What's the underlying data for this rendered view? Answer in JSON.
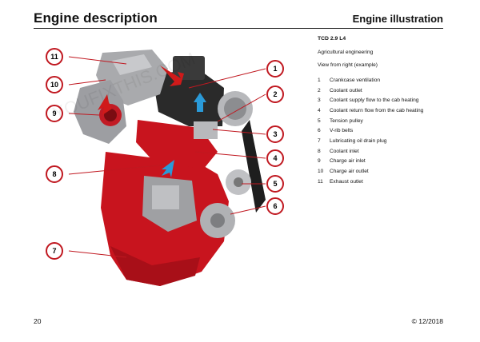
{
  "header": {
    "title": "Engine description",
    "section": "Engine illustration"
  },
  "info": {
    "model": "TCD 2.9 L4",
    "application": "Agricultural engineering",
    "view": "View from right (example)"
  },
  "legend": [
    {
      "num": "1",
      "desc": "Crankcase ventilation"
    },
    {
      "num": "2",
      "desc": "Coolant outlet"
    },
    {
      "num": "3",
      "desc": "Coolant supply flow to the cab heating"
    },
    {
      "num": "4",
      "desc": "Coolant return flow from the cab heating"
    },
    {
      "num": "5",
      "desc": "Tension pulley"
    },
    {
      "num": "6",
      "desc": "V-rib belts"
    },
    {
      "num": "7",
      "desc": "Lubricating oil drain plug"
    },
    {
      "num": "8",
      "desc": "Coolant inlet"
    },
    {
      "num": "9",
      "desc": "Charge air inlet"
    },
    {
      "num": "10",
      "desc": "Charge air outlet"
    },
    {
      "num": "11",
      "desc": "Exhaust outlet"
    }
  ],
  "callouts": [
    "1",
    "2",
    "3",
    "4",
    "5",
    "6",
    "7",
    "8",
    "9",
    "10",
    "11"
  ],
  "watermark": "YOUFIXTHIS.COM",
  "footer": {
    "page": "20",
    "date": "© 12/2018"
  },
  "colors": {
    "engine_red": "#c8141e",
    "callout_ring": "#c01820",
    "arrow_blue": "#2a9ad8",
    "arrow_red": "#d01a1a"
  }
}
